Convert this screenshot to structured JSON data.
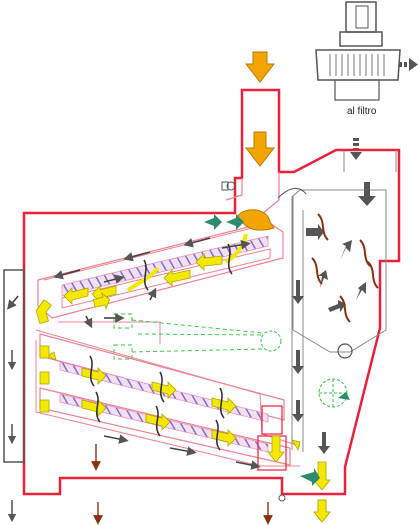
{
  "diagram": {
    "fan_label": "al filtro",
    "colors": {
      "casing": "#e8203a",
      "internals": "#f08090",
      "grain_flow": "#f4e800",
      "feed_arrow": "#f2a400",
      "air_arrow": "#555555",
      "discharge_arrow": "#8a3010",
      "dust_arrow": "#2e8b6e",
      "fan_body": "#555555",
      "green_dashed": "#2ec43a",
      "hatch_blue": "#7a70d8",
      "hatch_pink": "#e890c0"
    },
    "components": [
      "feed-hopper",
      "upper-inclined-drum",
      "lower-inclined-drum-top",
      "lower-inclined-drum-bottom",
      "settling-chamber",
      "exhaust-fan",
      "rotary-valve",
      "cyclone-separator"
    ]
  }
}
